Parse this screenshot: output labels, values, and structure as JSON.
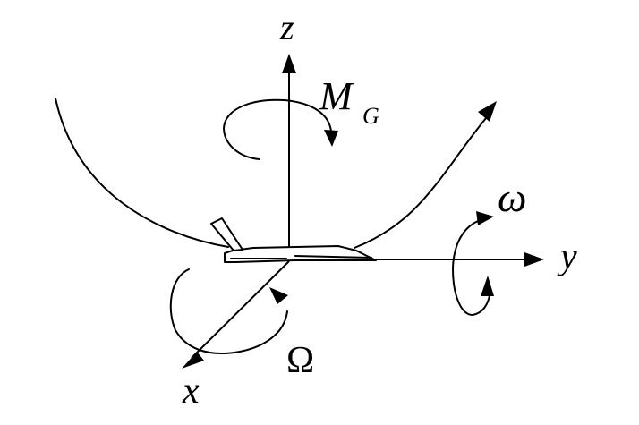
{
  "labels": {
    "z_axis": "z",
    "y_axis": "y",
    "x_axis": "x",
    "moment": "M",
    "moment_subscript": "G",
    "omega": "ω",
    "big_omega": "Ω"
  }
}
